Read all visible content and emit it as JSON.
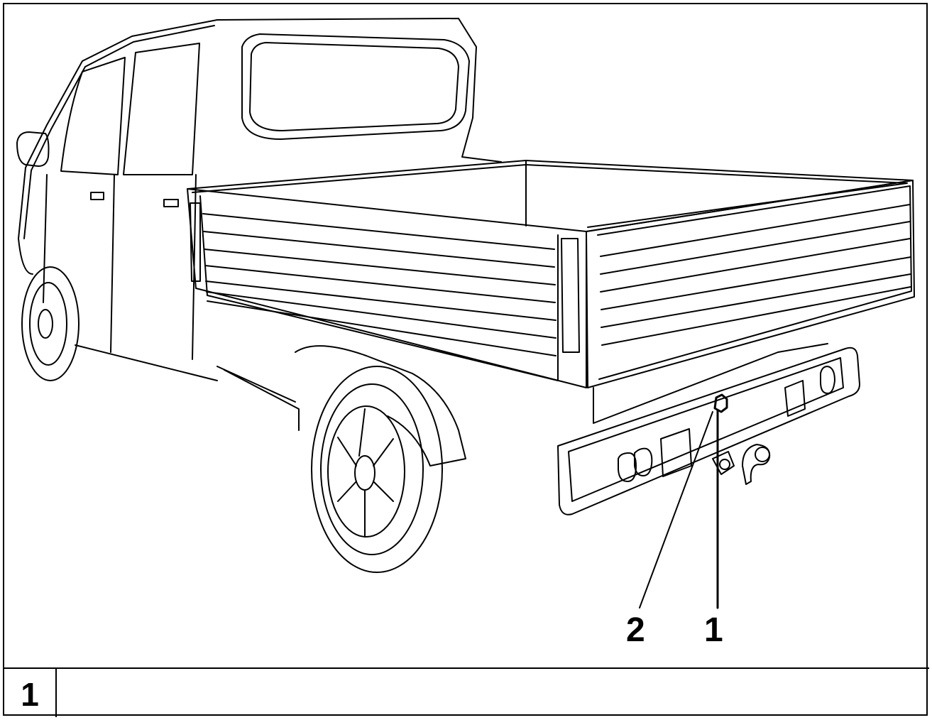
{
  "figure": {
    "number": "1",
    "callouts": [
      {
        "id": "2",
        "label": "2"
      },
      {
        "id": "1",
        "label": "1"
      }
    ]
  },
  "colors": {
    "line": "#000000",
    "background": "#ffffff"
  },
  "icons": {
    "subject": "pickup-truck-rear-view-with-towbar"
  }
}
